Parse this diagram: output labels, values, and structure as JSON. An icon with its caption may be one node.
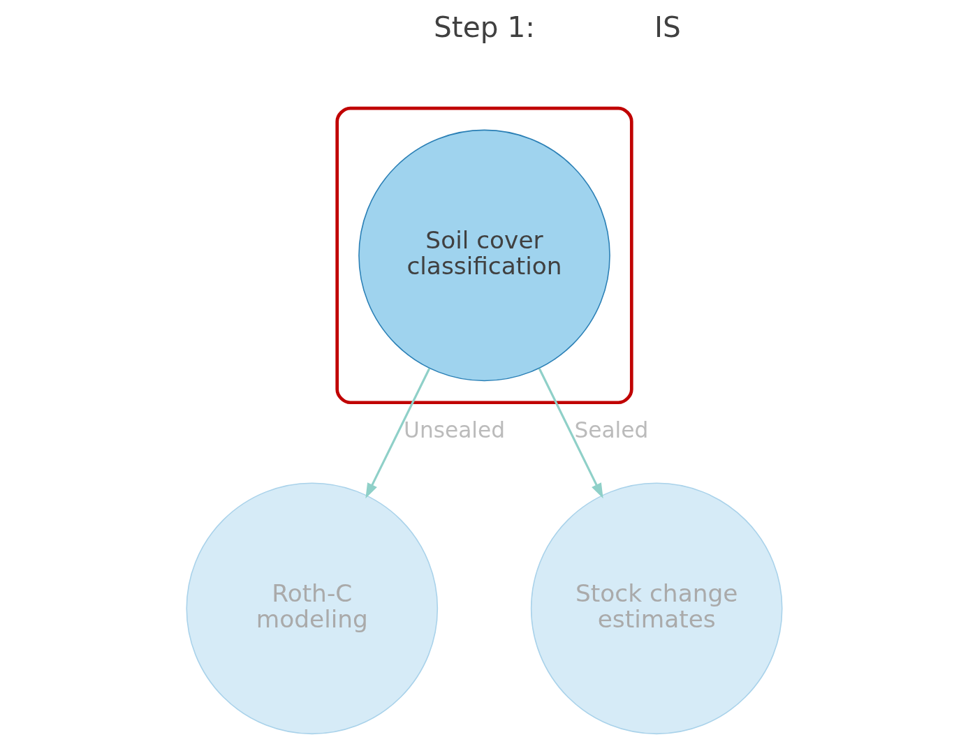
{
  "diagram": {
    "nodes": [
      {
        "text": [],
        "shape": "box"
      },
      {
        "text": [
          "Soil cover classification"
        ],
        "in": 0
      },
      {
        "text": [
          "Roth-C modeling"
        ]
      },
      {
        "text": [
          "Stock change estimates"
        ]
      }
    ],
    "edges": [
      {
        "from": 1,
        "to": 2,
        "arrow": "to",
        "label": "Unsealed"
      },
      {
        "from": 1,
        "to": 3,
        "arrow": "to",
        "label": "Sealed"
      }
    ],
    "labels": [
      "Step 1:",
      "IS"
    ]
  }
}
